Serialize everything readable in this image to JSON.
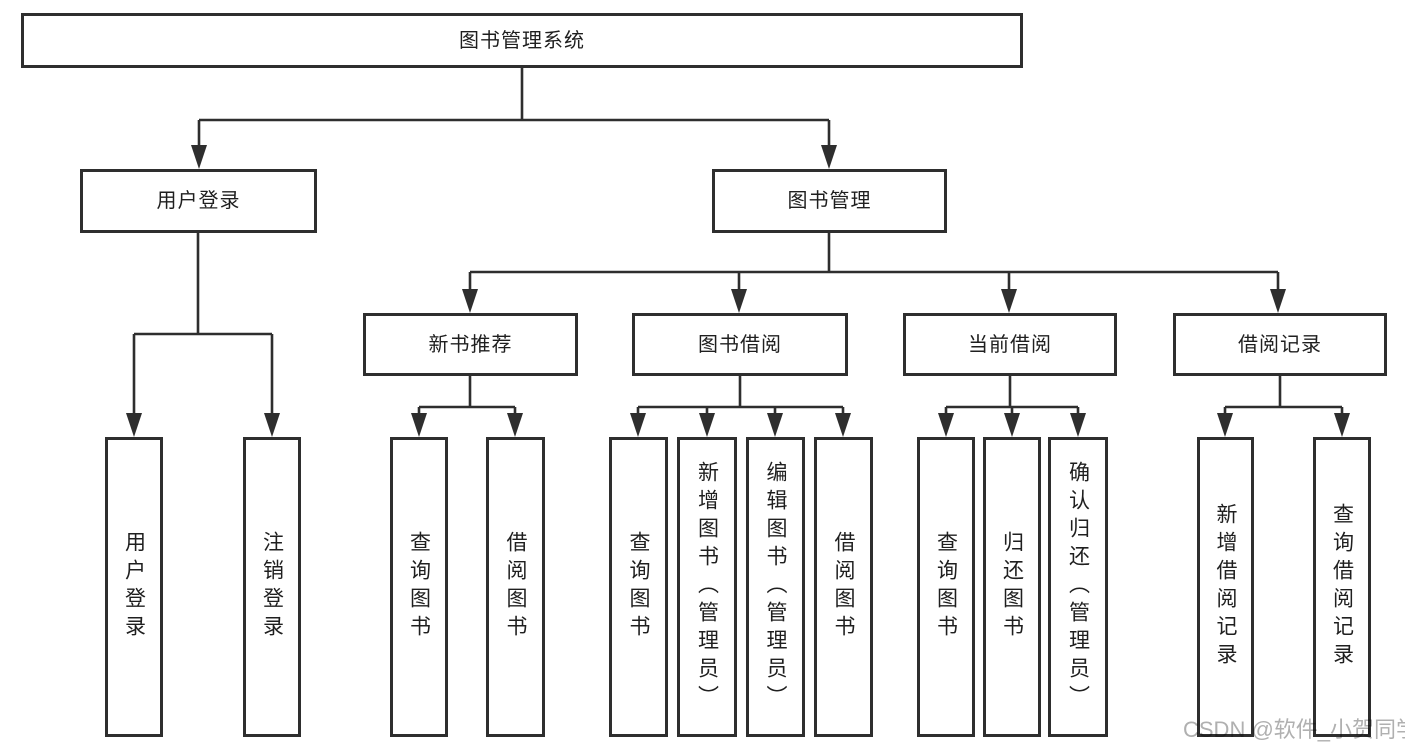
{
  "diagram": {
    "nodes": {
      "root": "图书管理系统",
      "user_login": "用户登录",
      "book_management": "图书管理",
      "new_book_recommendation": "新书推荐",
      "book_borrowing": "图书借阅",
      "current_borrowing": "当前借阅",
      "borrowing_records": "借阅记录",
      "leaf_user_login": "用户登录",
      "leaf_logout": "注销登录",
      "leaf_nb_query_books": "查询图书",
      "leaf_nb_borrow_books": "借阅图书",
      "leaf_bb_query_books": "查询图书",
      "leaf_bb_add_books_admin": "新增图书（管理员）",
      "leaf_bb_edit_books_admin": "编辑图书（管理员）",
      "leaf_bb_borrow_books": "借阅图书",
      "leaf_cb_query_books": "查询图书",
      "leaf_cb_return_books": "归还图书",
      "leaf_cb_confirm_return_admin": "确认归还（管理员）",
      "leaf_br_add_record": "新增借阅记录",
      "leaf_br_query_record": "查询借阅记录"
    },
    "watermark": "CSDN @软件_小贺同学"
  },
  "colors": {
    "line": "#2e2e2e",
    "text": "#1f1f1f",
    "watermark": "#b0b0b0",
    "background": "#ffffff"
  }
}
